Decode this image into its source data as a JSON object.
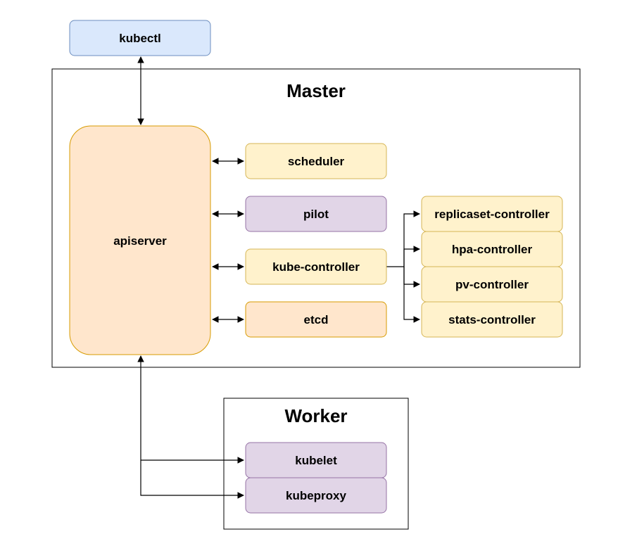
{
  "title_master": "Master",
  "title_worker": "Worker",
  "nodes": {
    "kubectl": "kubectl",
    "apiserver": "apiserver",
    "scheduler": "scheduler",
    "pilot": "pilot",
    "kube_controller": "kube-controller",
    "etcd": "etcd",
    "replicaset_controller": "replicaset-controller",
    "hpa_controller": "hpa-controller",
    "pv_controller": "pv-controller",
    "stats_controller": "stats-controller",
    "kubelet": "kubelet",
    "kubeproxy": "kubeproxy"
  },
  "colors": {
    "blue_fill": "#dae8fc",
    "blue_stroke": "#6c8ebf",
    "peach_fill": "#ffe6cc",
    "peach_stroke": "#d79b00",
    "yellow_fill": "#fff2cc",
    "yellow_stroke": "#d6b656",
    "purple_fill": "#e1d5e7",
    "purple_stroke": "#9673a6",
    "line": "#000000"
  }
}
